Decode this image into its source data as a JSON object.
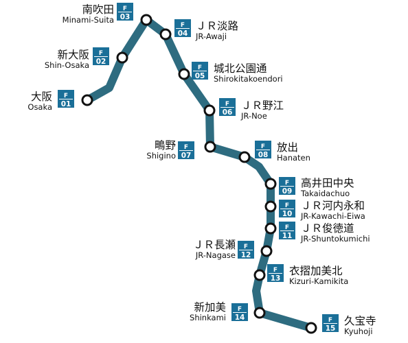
{
  "line": {
    "color": "#2e6c80",
    "badge_color": "#1a6f98"
  },
  "stations": [
    {
      "code_letter": "F",
      "code_num": "01",
      "jp": "大阪",
      "en": "Osaka"
    },
    {
      "code_letter": "F",
      "code_num": "02",
      "jp": "新大阪",
      "en": "Shin-Osaka"
    },
    {
      "code_letter": "F",
      "code_num": "03",
      "jp": "南吹田",
      "en": "Minami-Suita"
    },
    {
      "code_letter": "F",
      "code_num": "04",
      "jp": "ＪＲ淡路",
      "en": "JR-Awaji"
    },
    {
      "code_letter": "F",
      "code_num": "05",
      "jp": "城北公園通",
      "en": "Shirokitakoendori"
    },
    {
      "code_letter": "F",
      "code_num": "06",
      "jp": "ＪＲ野江",
      "en": "JR-Noe"
    },
    {
      "code_letter": "F",
      "code_num": "07",
      "jp": "鴫野",
      "en": "Shigino"
    },
    {
      "code_letter": "F",
      "code_num": "08",
      "jp": "放出",
      "en": "Hanaten"
    },
    {
      "code_letter": "F",
      "code_num": "09",
      "jp": "高井田中央",
      "en": "Takaidachuo"
    },
    {
      "code_letter": "F",
      "code_num": "10",
      "jp": "ＪＲ河内永和",
      "en": "JR-Kawachi-Eiwa"
    },
    {
      "code_letter": "F",
      "code_num": "11",
      "jp": "ＪＲ俊徳道",
      "en": "JR-Shuntokumichi"
    },
    {
      "code_letter": "F",
      "code_num": "12",
      "jp": "ＪＲ長瀬",
      "en": "JR-Nagase"
    },
    {
      "code_letter": "F",
      "code_num": "13",
      "jp": "衣摺加美北",
      "en": "Kizuri-Kamikita"
    },
    {
      "code_letter": "F",
      "code_num": "14",
      "jp": "新加美",
      "en": "Shinkami"
    },
    {
      "code_letter": "F",
      "code_num": "15",
      "jp": "久宝寺",
      "en": "Kyuhoji"
    }
  ]
}
